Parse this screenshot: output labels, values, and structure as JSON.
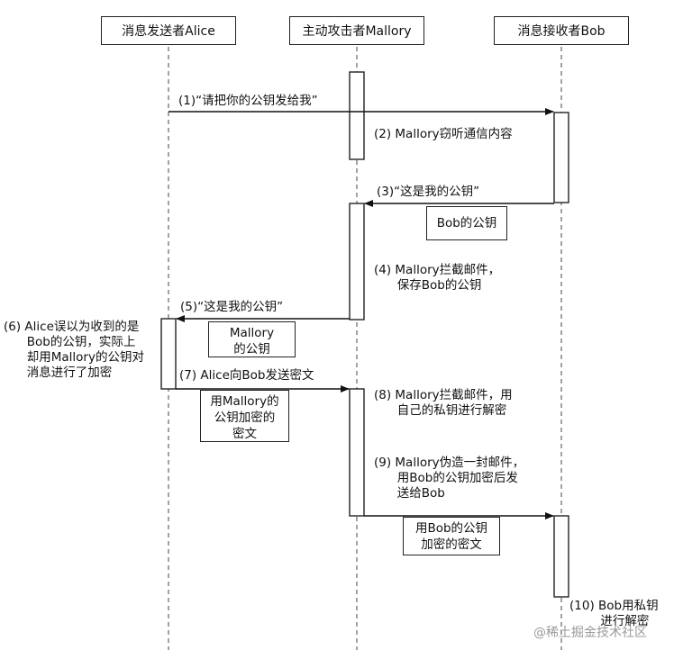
{
  "participants": {
    "alice": "消息发送者Alice",
    "mallory": "主动攻击者Mallory",
    "bob": "消息接收者Bob"
  },
  "steps": {
    "s1": "(1)“请把你的公钥发给我”",
    "s2": "(2) Mallory窃听通信内容",
    "s3": "(3)“这是我的公钥”",
    "s4": "(4) Mallory拦截邮件，\n      保存Bob的公钥",
    "s5": "(5)“这是我的公钥”",
    "s6": "(6) Alice误以为收到的是\n      Bob的公钥，实际上\n      却用Mallory的公钥对\n      消息进行了加密",
    "s7": "(7) Alice向Bob发送密文",
    "s8": "(8) Mallory拦截邮件，用\n      自己的私钥进行解密",
    "s9": "(9) Mallory伪造一封邮件，\n      用Bob的公钥加密后发\n      送给Bob",
    "s10": "(10) Bob用私钥\n        进行解密"
  },
  "notes": {
    "bob_key": "Bob的公钥",
    "mallory_key": "Mallory\n的公钥",
    "alice_cipher": "用Mallory的\n公钥加密的\n密文",
    "bob_cipher": "用Bob的公钥\n加密的密文"
  },
  "watermark": "@稀土掘金技术社区"
}
